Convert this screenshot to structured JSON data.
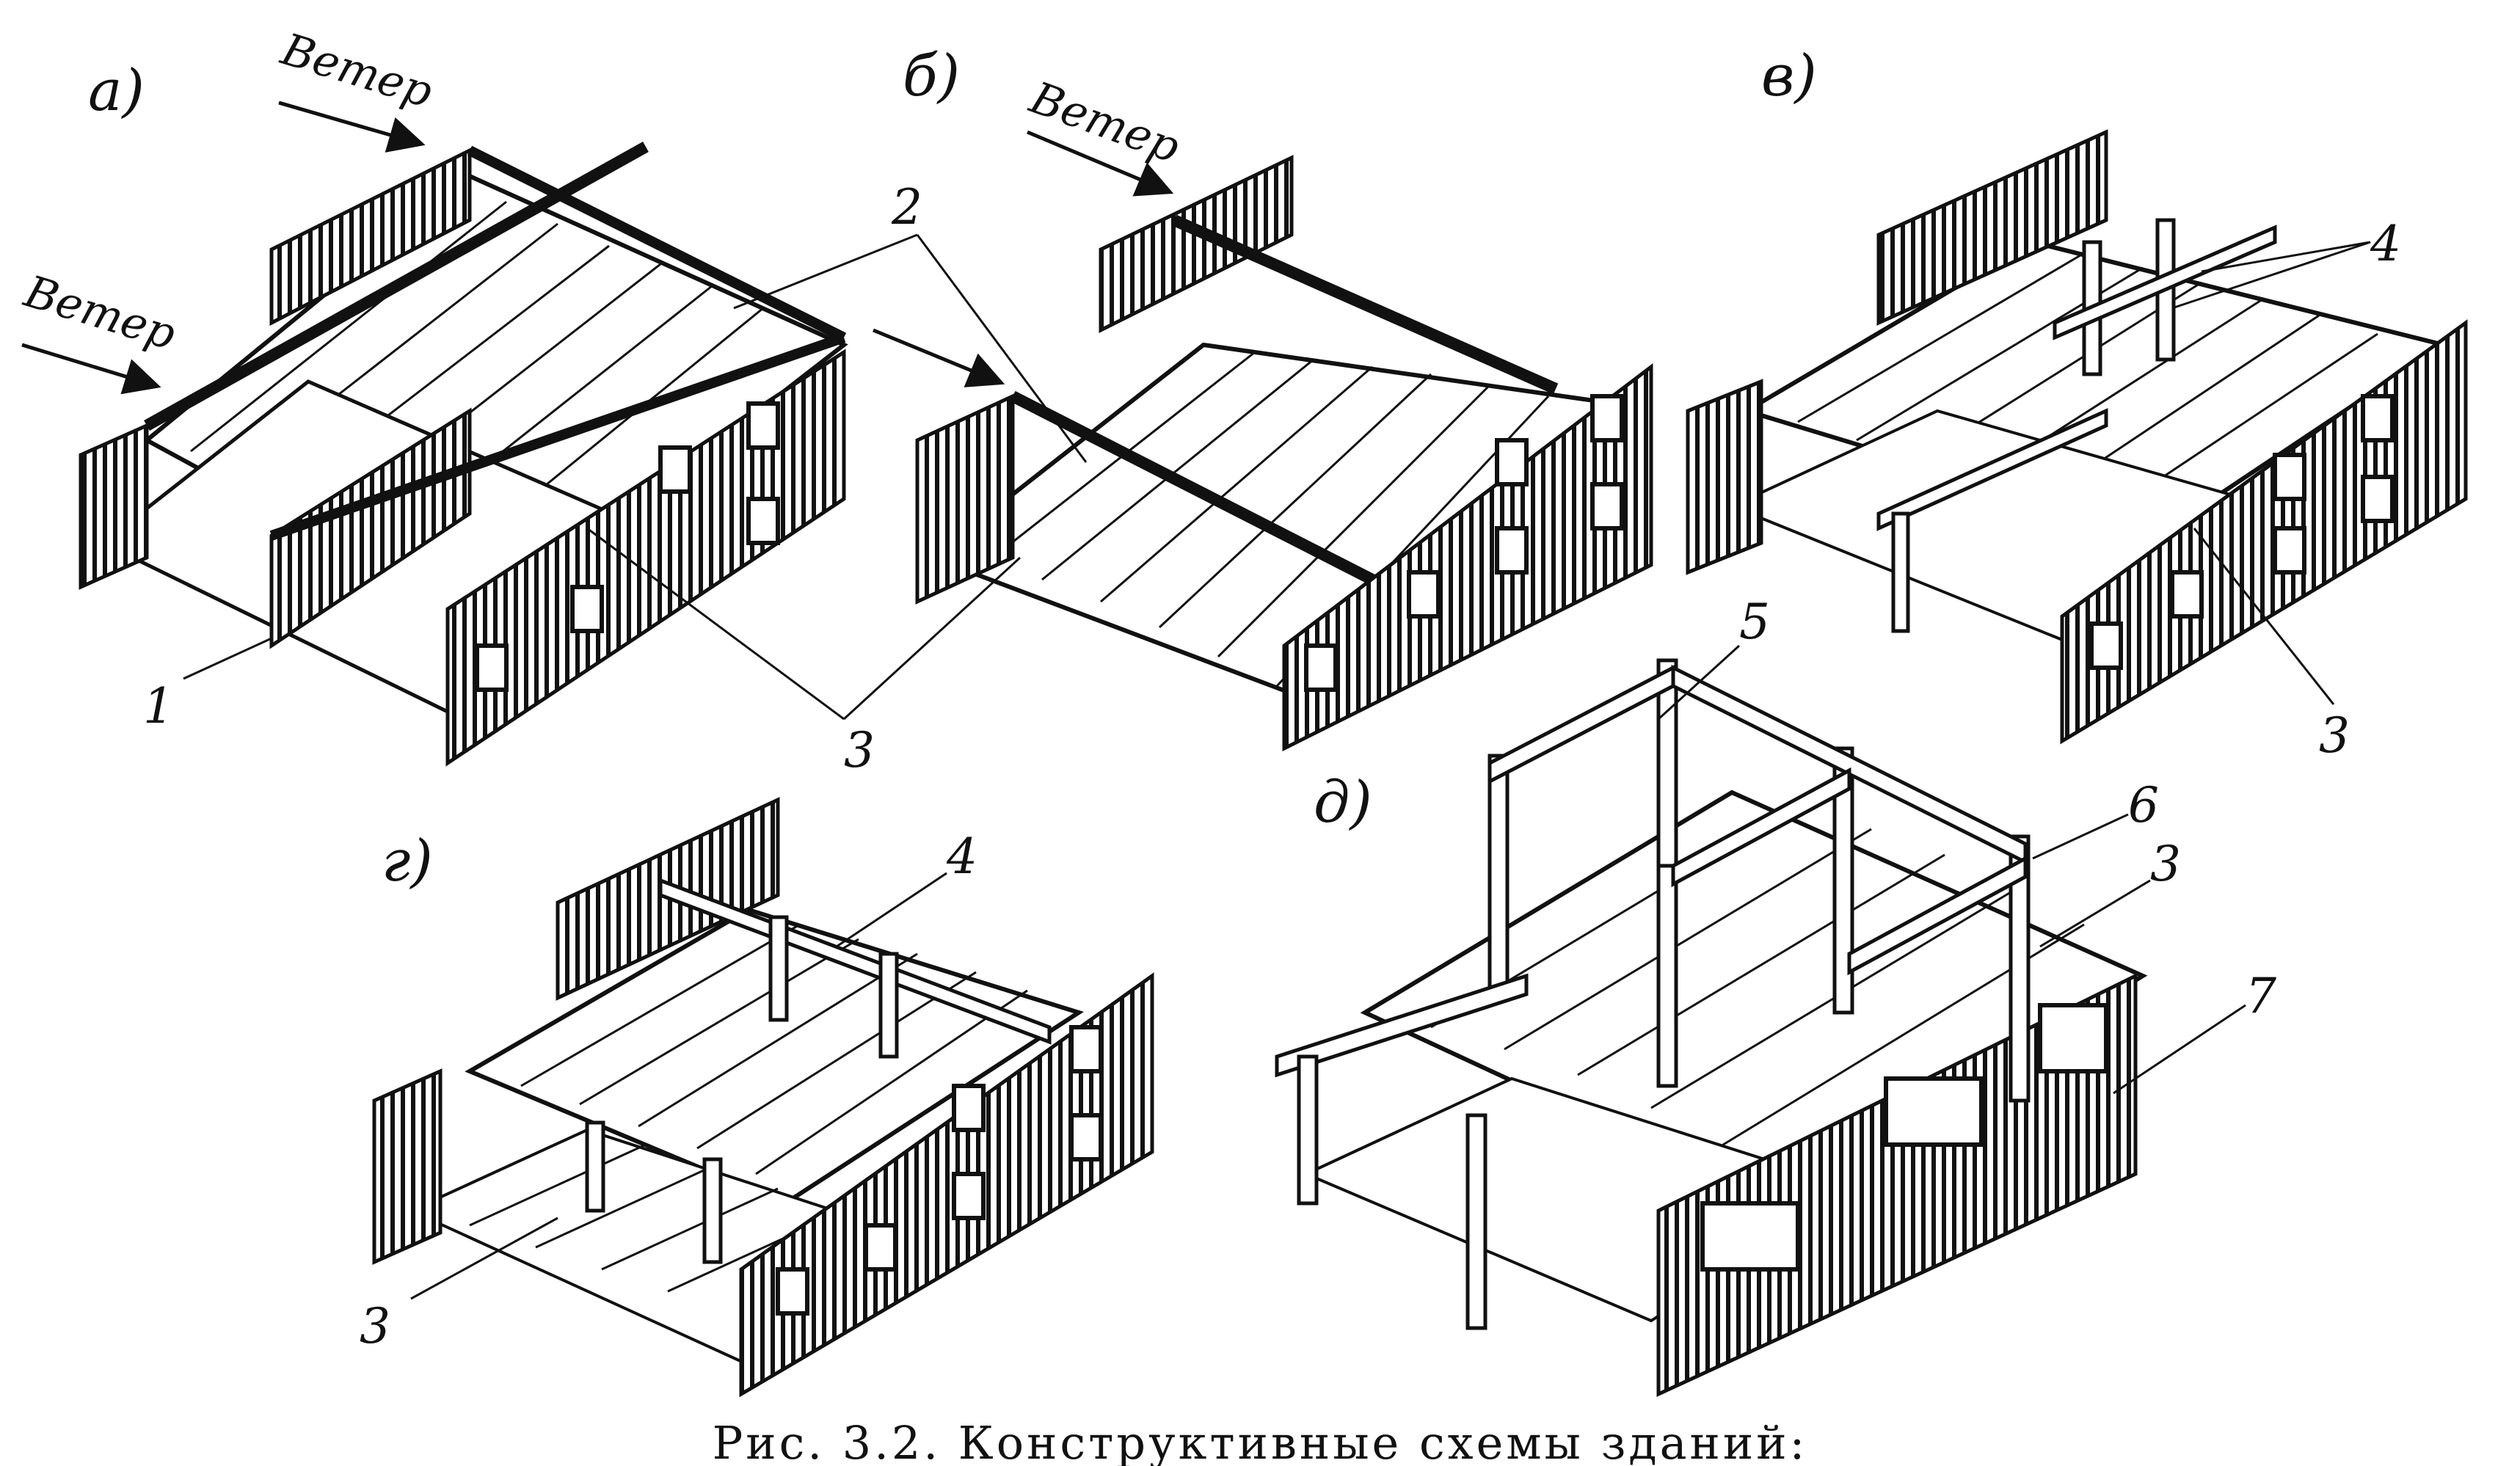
{
  "panels": {
    "a": {
      "letter": "а)",
      "wind_1": "Ветер",
      "wind_2": "Ветер"
    },
    "b": {
      "letter": "б)",
      "wind": "Ветер"
    },
    "v": {
      "letter": "в)"
    },
    "g": {
      "letter": "г)"
    },
    "d": {
      "letter": "д)"
    }
  },
  "callouts": [
    "1",
    "2",
    "3",
    "4",
    "5",
    "6",
    "7"
  ],
  "caption": "Рис. 3.2. Конструктивные схемы зданий:",
  "colors": {
    "ink": "#111111",
    "paper": "#ffffff"
  }
}
